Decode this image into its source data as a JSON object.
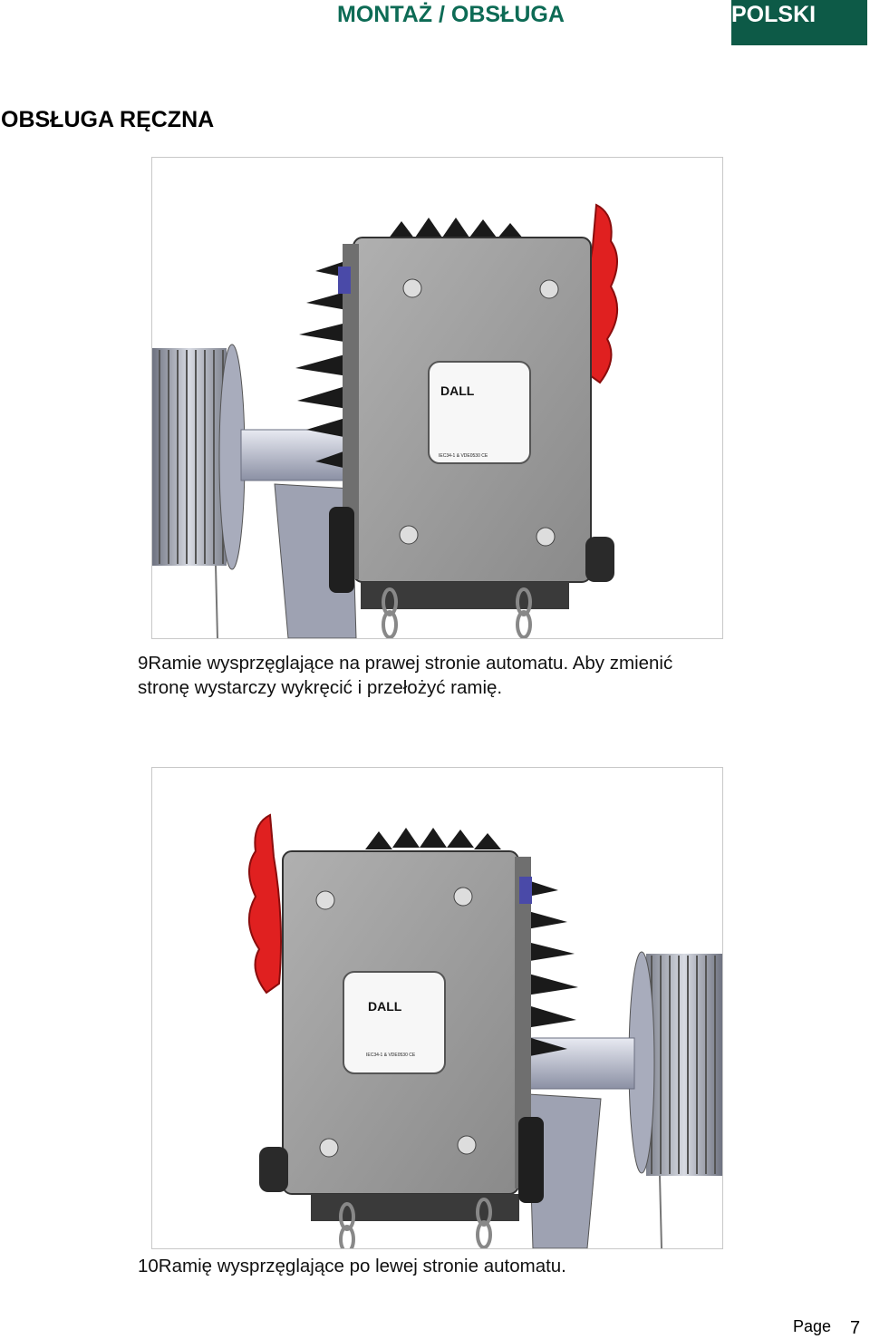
{
  "header": {
    "title": "MONTAŻ / OBSŁUGA",
    "language": "POLSKI"
  },
  "section_title": "OBSŁUGA RĘCZNA",
  "figures": [
    {
      "caption": "9Ramie wysprzęglające na prawej stronie automatu. Aby zmienić stronę wystarczy wykręcić i przełożyć ramię.",
      "label_logo": "DALL",
      "label_small": "IEC34-1 & VDE0530 CE",
      "colors": {
        "arm": "#e02020",
        "housing": "#9a9a9a",
        "drum": "#b8bcc8"
      }
    },
    {
      "caption": "10Ramię wysprzęglające po lewej stronie automatu.",
      "label_logo": "DALL",
      "label_small": "IEC34-1 & VDE0530 CE"
    }
  ],
  "footer": {
    "page_label": "Page",
    "page_number": "7"
  }
}
